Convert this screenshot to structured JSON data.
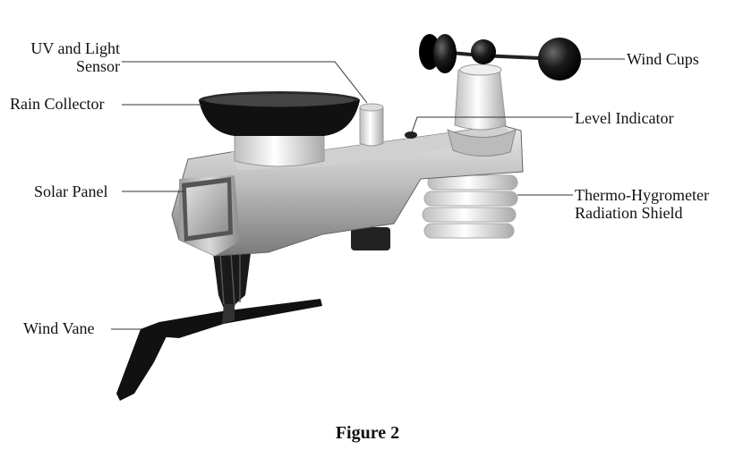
{
  "labels": {
    "uv_sensor": [
      "UV and Light",
      "Sensor"
    ],
    "rain_collector": "Rain Collector",
    "solar_panel": "Solar Panel",
    "wind_vane": "Wind Vane",
    "wind_cups": "Wind Cups",
    "level_indicator": "Level Indicator",
    "radiation_shield": [
      "Thermo-Hygrometer",
      "Radiation Shield"
    ]
  },
  "caption": "Figure 2"
}
